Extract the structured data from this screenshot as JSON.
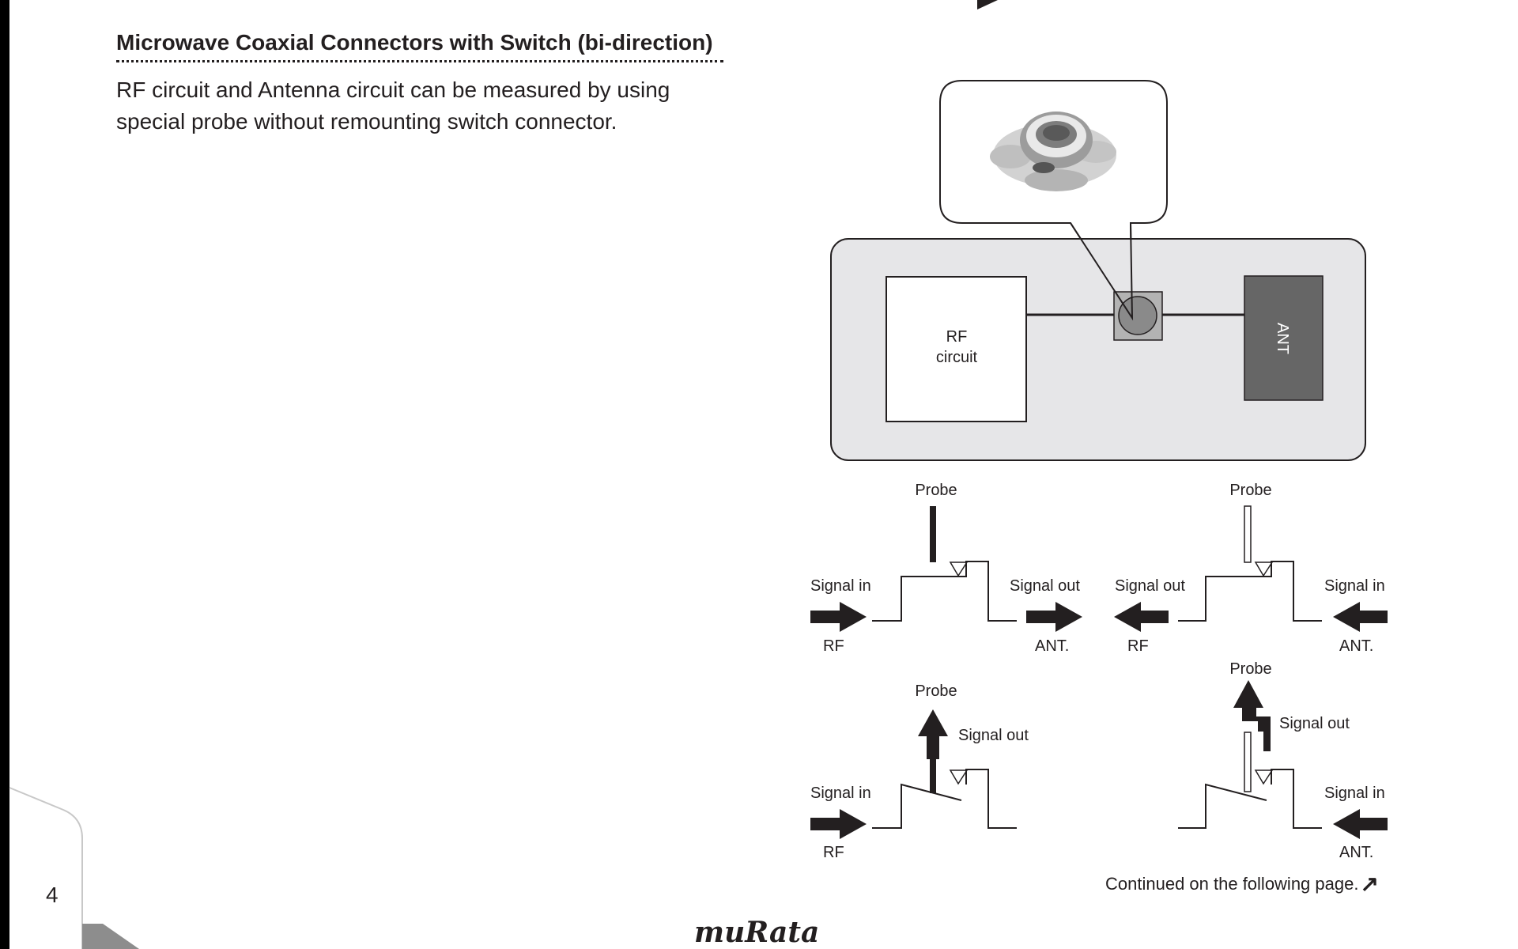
{
  "heading": {
    "title": "Microwave Coaxial Connectors with Switch (bi-direction)",
    "description": "RF circuit and Antenna circuit can be measured by using special probe without remounting switch connector."
  },
  "board": {
    "rf_line1": "RF",
    "rf_line2": "circuit",
    "ant": "ANT"
  },
  "states": {
    "probe": "Probe",
    "signal_in": "Signal in",
    "signal_out": "Signal out",
    "rf": "RF",
    "ant": "ANT."
  },
  "footer": {
    "page_number": "4",
    "continued": "Continued on the following page.",
    "continued_icon": "diagonal-arrow-icon",
    "logo": "muRata"
  },
  "colors": {
    "board_fill": "#e6e6e8",
    "ant_fill": "#666666",
    "connector_fill": "#b3b3b3",
    "ink": "#231f20"
  }
}
